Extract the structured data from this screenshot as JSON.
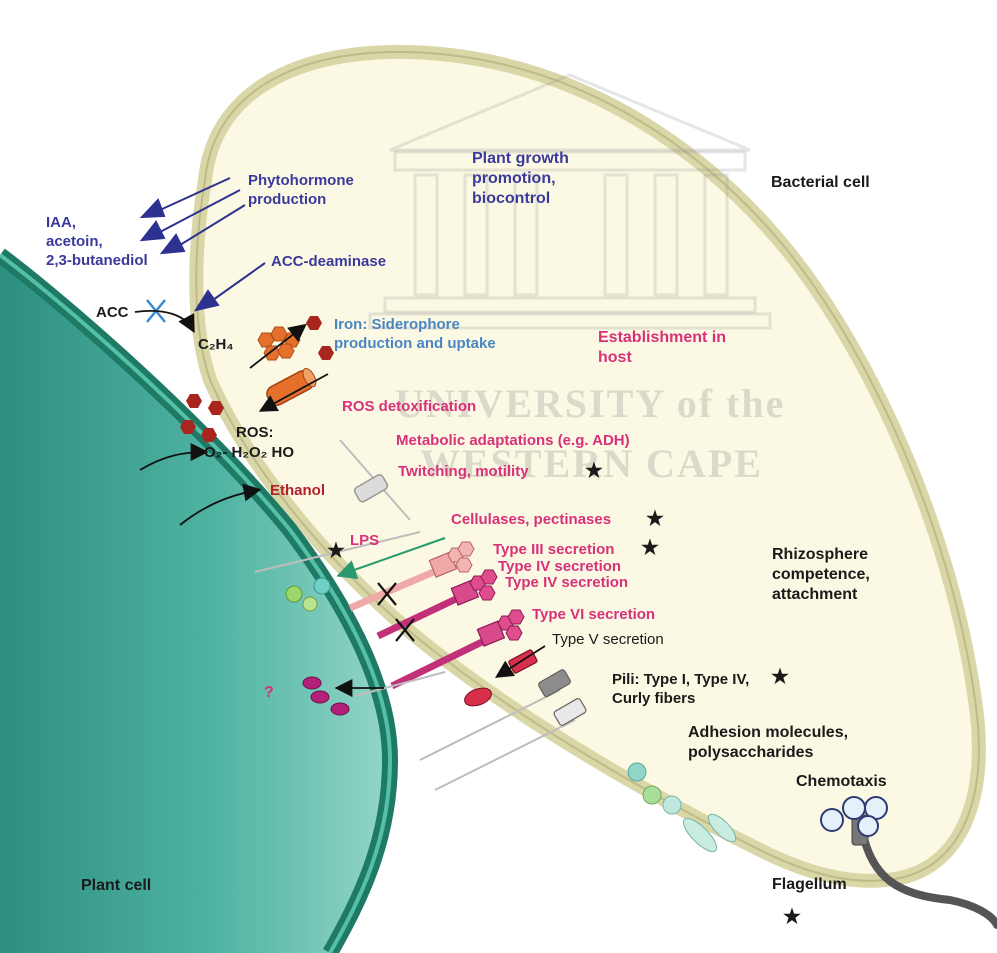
{
  "labels": {
    "phytohormone": "Phytohormone\nproduction",
    "plant_growth": "Plant growth\npromotion,\nbiocontrol",
    "bacterial_cell": "Bacterial cell",
    "iaa": "IAA,\nacetoin,\n2,3-butanediol",
    "acc_deaminase": "ACC-deaminase",
    "acc": "ACC",
    "c2h4": "C₂H₄",
    "iron": "Iron: Siderophore\nproduction and uptake",
    "establishment": "Establishment in\nhost",
    "ros_detox": "ROS detoxification",
    "ros": "ROS:",
    "ros_species": "O₂- H₂O₂ HO",
    "metabolic": "Metabolic adaptations (e.g. ADH)",
    "twitching": "Twitching, motility",
    "ethanol": "Ethanol",
    "cellulases": "Cellulases, pectinases",
    "lps": "LPS",
    "t3ss": "Type III secretion",
    "t4ss_a": "Type IV secretion",
    "t4ss_b": "Type IV secretion",
    "rhizosphere": "Rhizosphere\ncompetence,\nattachment",
    "t6ss": "Type VI secretion",
    "t5ss": "Type V secretion",
    "pili": "Pili: Type I, Type IV,\nCurly fibers",
    "question": "?",
    "adhesion": "Adhesion molecules,\npolysaccharides",
    "chemotaxis": "Chemotaxis",
    "plant_cell": "Plant cell",
    "flagellum": "Flagellum"
  },
  "watermark": {
    "line1": "UNIVERSITY of the",
    "line2": "WESTERN CAPE"
  },
  "symbols": {
    "star": "★"
  },
  "colors": {
    "plant_cell": "#2e9a87",
    "bacterial_fill": "#fbf9e3",
    "navy_arrow": "#2d3190",
    "pink_text": "#d8317a",
    "siderophore": "#a8261e"
  }
}
